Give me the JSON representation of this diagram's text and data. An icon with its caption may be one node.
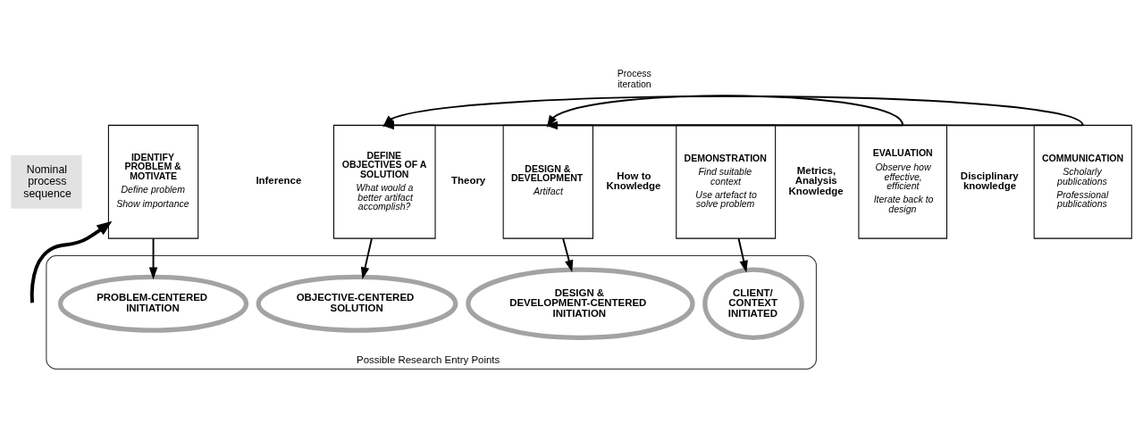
{
  "diagram": {
    "nodes": [
      {
        "text": [
          "Nominal process sequence"
        ]
      },
      {
        "text": [
          "IDENTIFY PROBLEM & MOTIVATE",
          "Define problem",
          "Show importance"
        ]
      },
      {
        "text": [
          "DEFINE OBJECTIVES OF A SOLUTION",
          "What would a better artifact accomplish?"
        ]
      },
      {
        "text": [
          "DESIGN & DEVELOPMENT",
          "Artifact"
        ]
      },
      {
        "text": [
          "DEMONSTRATION",
          "Find suitable context",
          "Use artefact to solve problem"
        ]
      },
      {
        "text": [
          "EVALUATION",
          "Observe how effective, efficient",
          "Iterate back to design"
        ]
      },
      {
        "text": [
          "COMMUNICATION",
          "Scholarly publications",
          "Professional publications"
        ]
      },
      {
        "text": [
          "Possible Research Entry Points"
        ]
      },
      {
        "text": [
          "PROBLEM-CENTERED INITIATION"
        ],
        "in": 7
      },
      {
        "text": [
          "OBJECTIVE-CENTERED SOLUTION"
        ],
        "in": 7
      },
      {
        "text": [
          "DESIGN & DEVELOPMENT-CENTERED INITIATION"
        ],
        "in": 7
      },
      {
        "text": [
          "CLIENT/ CONTEXT INITIATED"
        ],
        "in": 7
      }
    ],
    "edges": [
      {
        "from": 5,
        "to": 2,
        "arrow": "to"
      },
      {
        "from": 5,
        "to": 3,
        "arrow": "to"
      },
      {
        "from": 6,
        "to": 2,
        "arrow": "to"
      },
      {
        "from": 6,
        "to": 3,
        "arrow": "to"
      },
      {
        "from": 1,
        "to": 8,
        "arrow": "to"
      },
      {
        "from": 2,
        "to": 9,
        "arrow": "to"
      },
      {
        "from": 3,
        "to": 10,
        "arrow": "to"
      },
      {
        "from": 4,
        "to": 11,
        "arrow": "to"
      },
      {
        "from": null,
        "to": 1,
        "arrow": "to",
        "style": "thick"
      }
    ],
    "labels": [
      "Process iteration",
      "Inference",
      "Theory",
      "How to Knowledge",
      "Metrics, Analysis Knowledge",
      "Disciplinary knowledge"
    ]
  }
}
